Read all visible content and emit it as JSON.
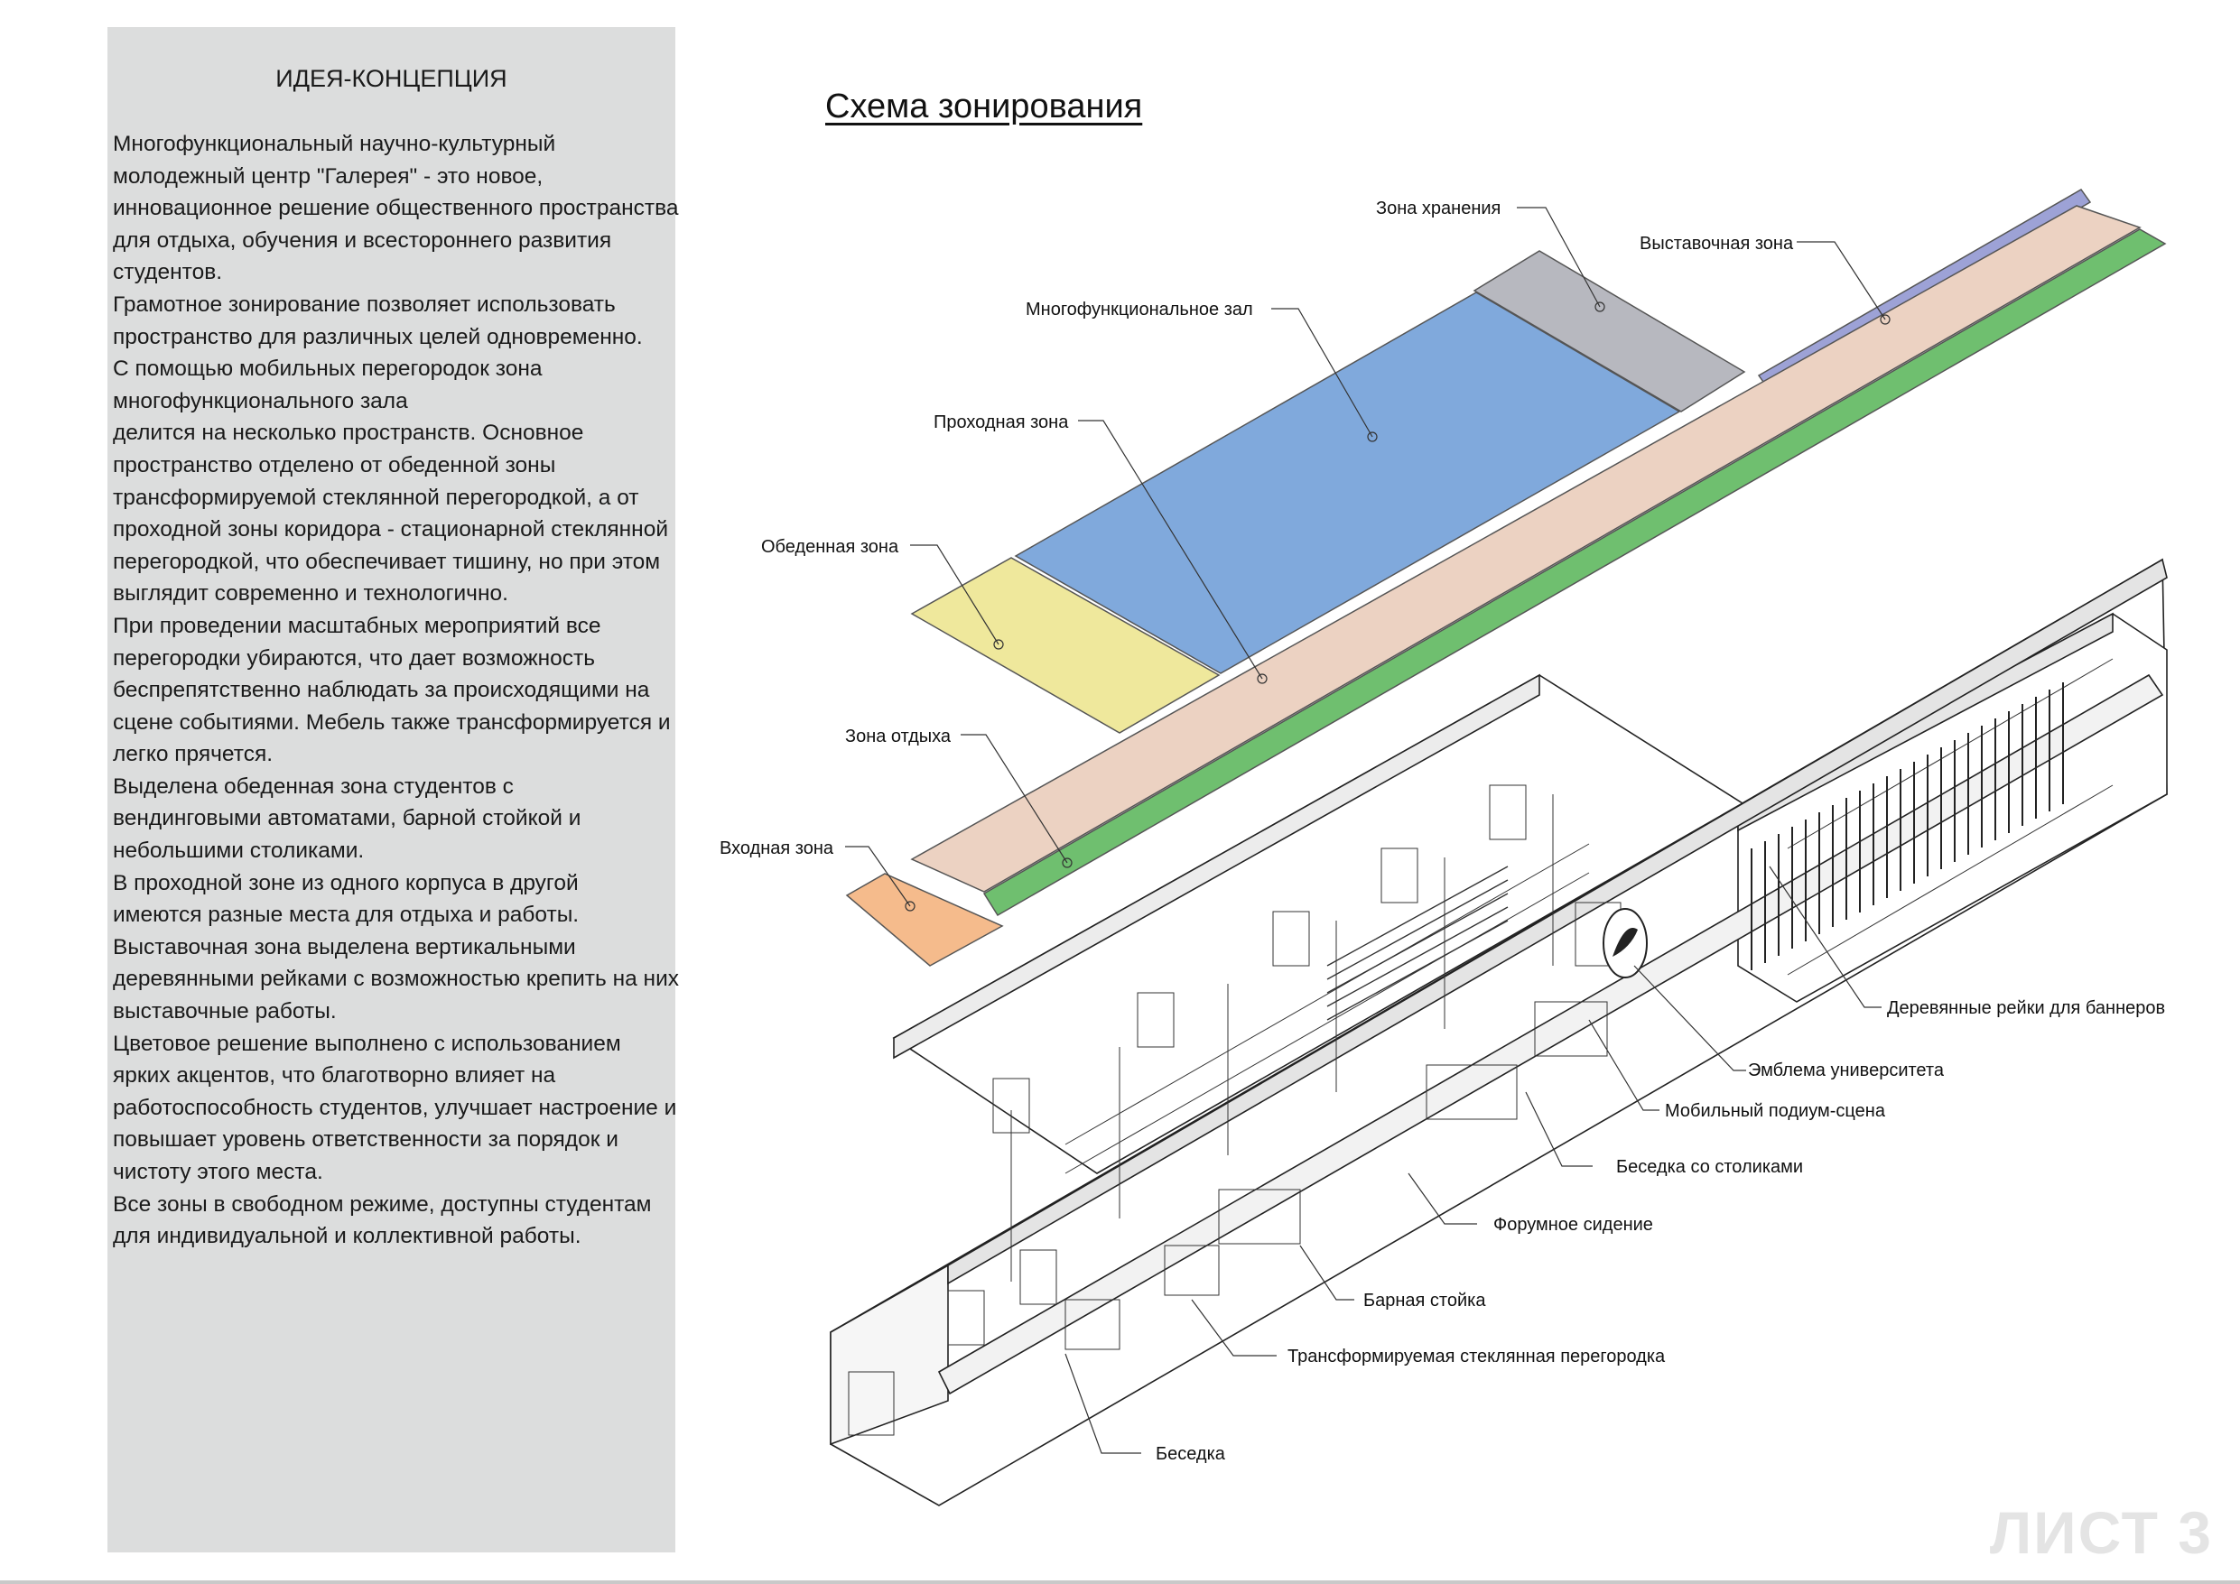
{
  "concept": {
    "title": "ИДЕЯ-КОНЦЕПЦИЯ",
    "lines": [
      "Многофункциональный научно-культурный",
      "молодежный центр \"Галерея\" - это новое,",
      "инновационное решение общественного пространства",
      "для отдыха, обучения и всестороннего развития",
      "студентов.",
      "Грамотное зонирование позволяет использовать",
      "пространство для различных целей одновременно.",
      "С помощью мобильных перегородок зона",
      "многофункционального зала",
      "делится на несколько пространств. Основное",
      "пространство отделено от обеденной зоны",
      "трансформируемой стеклянной перегородкой, а от",
      "проходной зоны коридора - стационарной стеклянной",
      "перегородкой, что обеспечивает тишину, но при этом",
      "выглядит современно и технологично.",
      "При проведении масштабных мероприятий все",
      "перегородки убираются, что дает возможность",
      "беспрепятственно наблюдать за происходящими на",
      "сцене событиями. Мебель также трансформируется и",
      "легко прячется.",
      "Выделена обеденная зона студентов с",
      "вендинговыми автоматами, барной стойкой и",
      "небольшими столиками.",
      "В проходной зоне из одного корпуса в другой",
      "имеются разные места для отдыха и работы.",
      "Выставочная зона выделена вертикальными",
      "деревянными рейками с возможностью крепить на них",
      "выставочные работы.",
      "Цветовое решение выполнено с использованием",
      "ярких акцентов, что благотворно влияет на",
      "работоспособность студентов, улучшает настроение и",
      "повышает уровень ответственности за порядок и",
      "чистоту этого места.",
      "Все зоны в свободном режиме, доступны студентам",
      "для индивидуальной и коллективной работы."
    ]
  },
  "scheme": {
    "title": "Схема зонирования",
    "zones": {
      "storage": "Зона хранения",
      "exhibition": "Выставочная  зона",
      "hall": "Многофункциональное зал",
      "passage": "Проходная зона",
      "dining": "Обеденная зона",
      "rest": "Зона отдыха",
      "entrance": "Входная зона"
    },
    "colors": {
      "storage": "#b7b8bf",
      "exhibition": "#9da2d6",
      "hall": "#80a9dc",
      "passage": "#ecd2c2",
      "dining": "#efe89c",
      "rest": "#6fbf6f",
      "entrance": "#f5bb8c"
    }
  },
  "callouts": {
    "slats": "Деревянные рейки для баннеров",
    "emblem": "Эмблема университета",
    "podium": "Мобильный подиум-сцена",
    "gazebo_tables": "Беседка со столиками",
    "forum": "Форумное сидение",
    "bar": "Барная стойка",
    "glass": "Трансформируемая стеклянная перегородка",
    "gazebo": "Беседка"
  },
  "sheet": "ЛИСТ 3"
}
